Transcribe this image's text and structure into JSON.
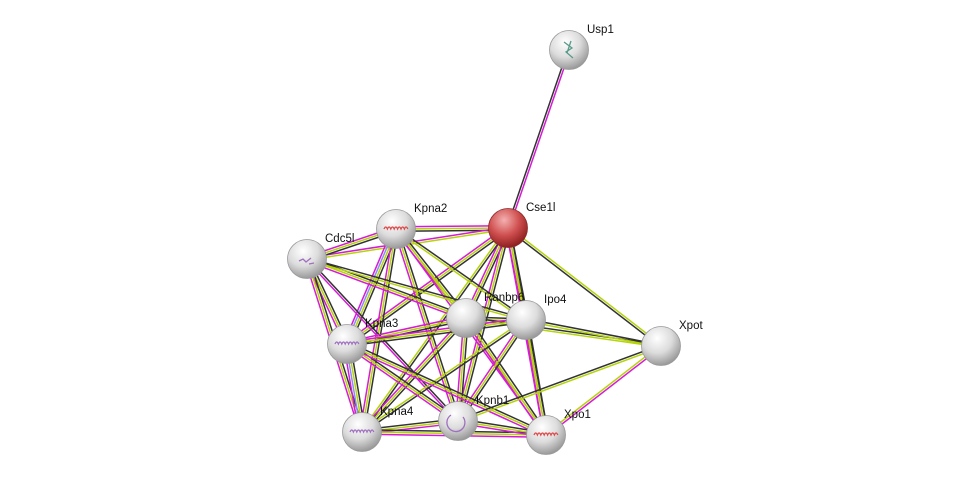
{
  "network": {
    "nodes": [
      {
        "id": "Usp1",
        "label": "Usp1",
        "color": "#e8e8e8",
        "structure": "sheet"
      },
      {
        "id": "Cse1l",
        "label": "Cse1l",
        "color": "#d23c3c",
        "query": true
      },
      {
        "id": "Kpna2",
        "label": "Kpna2",
        "color": "#e8e8e8",
        "structure": "helix-red"
      },
      {
        "id": "Cdc5l",
        "label": "Cdc5l",
        "color": "#e8e8e8",
        "structure": "sparse"
      },
      {
        "id": "Ranbp6",
        "label": "Ranbp6",
        "color": "#e8e8e8"
      },
      {
        "id": "Ipo4",
        "label": "Ipo4",
        "color": "#e8e8e8"
      },
      {
        "id": "Xpot",
        "label": "Xpot",
        "color": "#e8e8e8"
      },
      {
        "id": "Kpna3",
        "label": "Kpna3",
        "color": "#e8e8e8",
        "structure": "helix-purple"
      },
      {
        "id": "Kpna4",
        "label": "Kpna4",
        "color": "#e8e8e8",
        "structure": "helix-purple"
      },
      {
        "id": "Kpnb1",
        "label": "Kpnb1",
        "color": "#e8e8e8",
        "structure": "ring-purple"
      },
      {
        "id": "Xpo1",
        "label": "Xpo1",
        "color": "#e8e8e8",
        "structure": "helix-red"
      }
    ],
    "edge_colors": {
      "text": "#b5d40a",
      "coexp": "#333333",
      "exp": "#d41cd4",
      "db": "#8a8aff"
    },
    "edges": [
      [
        "Usp1",
        "Cse1l",
        [
          "exp",
          "coexp"
        ]
      ],
      [
        "Cse1l",
        "Kpna2",
        [
          "coexp",
          "text",
          "exp"
        ]
      ],
      [
        "Cse1l",
        "Cdc5l",
        [
          "text",
          "exp"
        ]
      ],
      [
        "Cse1l",
        "Ranbp6",
        [
          "coexp",
          "text",
          "exp"
        ]
      ],
      [
        "Cse1l",
        "Ipo4",
        [
          "coexp",
          "text",
          "exp"
        ]
      ],
      [
        "Cse1l",
        "Xpot",
        [
          "text",
          "coexp"
        ]
      ],
      [
        "Cse1l",
        "Kpna3",
        [
          "coexp",
          "text",
          "exp"
        ]
      ],
      [
        "Cse1l",
        "Kpna4",
        [
          "coexp",
          "text"
        ]
      ],
      [
        "Cse1l",
        "Kpnb1",
        [
          "coexp",
          "text",
          "exp"
        ]
      ],
      [
        "Cse1l",
        "Xpo1",
        [
          "coexp",
          "text",
          "exp"
        ]
      ],
      [
        "Kpna2",
        "Cdc5l",
        [
          "coexp",
          "text",
          "exp"
        ]
      ],
      [
        "Kpna2",
        "Ranbp6",
        [
          "coexp",
          "text",
          "exp"
        ]
      ],
      [
        "Kpna2",
        "Ipo4",
        [
          "coexp",
          "text"
        ]
      ],
      [
        "Kpna2",
        "Kpna3",
        [
          "coexp",
          "text",
          "db",
          "exp"
        ]
      ],
      [
        "Kpna2",
        "Kpna4",
        [
          "coexp",
          "text",
          "exp"
        ]
      ],
      [
        "Kpna2",
        "Kpnb1",
        [
          "coexp",
          "text",
          "exp"
        ]
      ],
      [
        "Kpna2",
        "Xpo1",
        [
          "text",
          "exp"
        ]
      ],
      [
        "Cdc5l",
        "Ranbp6",
        [
          "coexp",
          "text",
          "exp"
        ]
      ],
      [
        "Cdc5l",
        "Ipo4",
        [
          "coexp",
          "text"
        ]
      ],
      [
        "Cdc5l",
        "Kpna3",
        [
          "coexp",
          "text",
          "exp"
        ]
      ],
      [
        "Cdc5l",
        "Kpna4",
        [
          "coexp",
          "text",
          "exp"
        ]
      ],
      [
        "Cdc5l",
        "Kpnb1",
        [
          "coexp",
          "exp"
        ]
      ],
      [
        "Ranbp6",
        "Ipo4",
        [
          "coexp",
          "text"
        ]
      ],
      [
        "Ranbp6",
        "Kpna3",
        [
          "coexp",
          "text",
          "exp"
        ]
      ],
      [
        "Ranbp6",
        "Kpna4",
        [
          "coexp",
          "text",
          "exp"
        ]
      ],
      [
        "Ranbp6",
        "Kpnb1",
        [
          "coexp",
          "text",
          "exp"
        ]
      ],
      [
        "Ranbp6",
        "Xpo1",
        [
          "coexp",
          "text",
          "exp"
        ]
      ],
      [
        "Ranbp6",
        "Xpot",
        [
          "coexp",
          "text"
        ]
      ],
      [
        "Ipo4",
        "Kpna3",
        [
          "coexp",
          "text",
          "exp"
        ]
      ],
      [
        "Ipo4",
        "Kpna4",
        [
          "coexp",
          "text"
        ]
      ],
      [
        "Ipo4",
        "Kpnb1",
        [
          "coexp",
          "text",
          "exp"
        ]
      ],
      [
        "Ipo4",
        "Xpo1",
        [
          "coexp",
          "text",
          "exp"
        ]
      ],
      [
        "Ipo4",
        "Xpot",
        [
          "coexp",
          "text"
        ]
      ],
      [
        "Kpna3",
        "Kpna4",
        [
          "coexp",
          "text",
          "db",
          "exp"
        ]
      ],
      [
        "Kpna3",
        "Kpnb1",
        [
          "coexp",
          "text",
          "exp"
        ]
      ],
      [
        "Kpna3",
        "Xpo1",
        [
          "coexp",
          "text",
          "exp"
        ]
      ],
      [
        "Kpna4",
        "Kpnb1",
        [
          "coexp",
          "text",
          "exp"
        ]
      ],
      [
        "Kpna4",
        "Xpo1",
        [
          "coexp",
          "text",
          "exp"
        ]
      ],
      [
        "Kpnb1",
        "Xpo1",
        [
          "coexp",
          "text",
          "exp"
        ]
      ],
      [
        "Kpnb1",
        "Xpot",
        [
          "coexp",
          "text"
        ]
      ],
      [
        "Xpo1",
        "Xpot",
        [
          "text",
          "exp"
        ]
      ]
    ]
  }
}
